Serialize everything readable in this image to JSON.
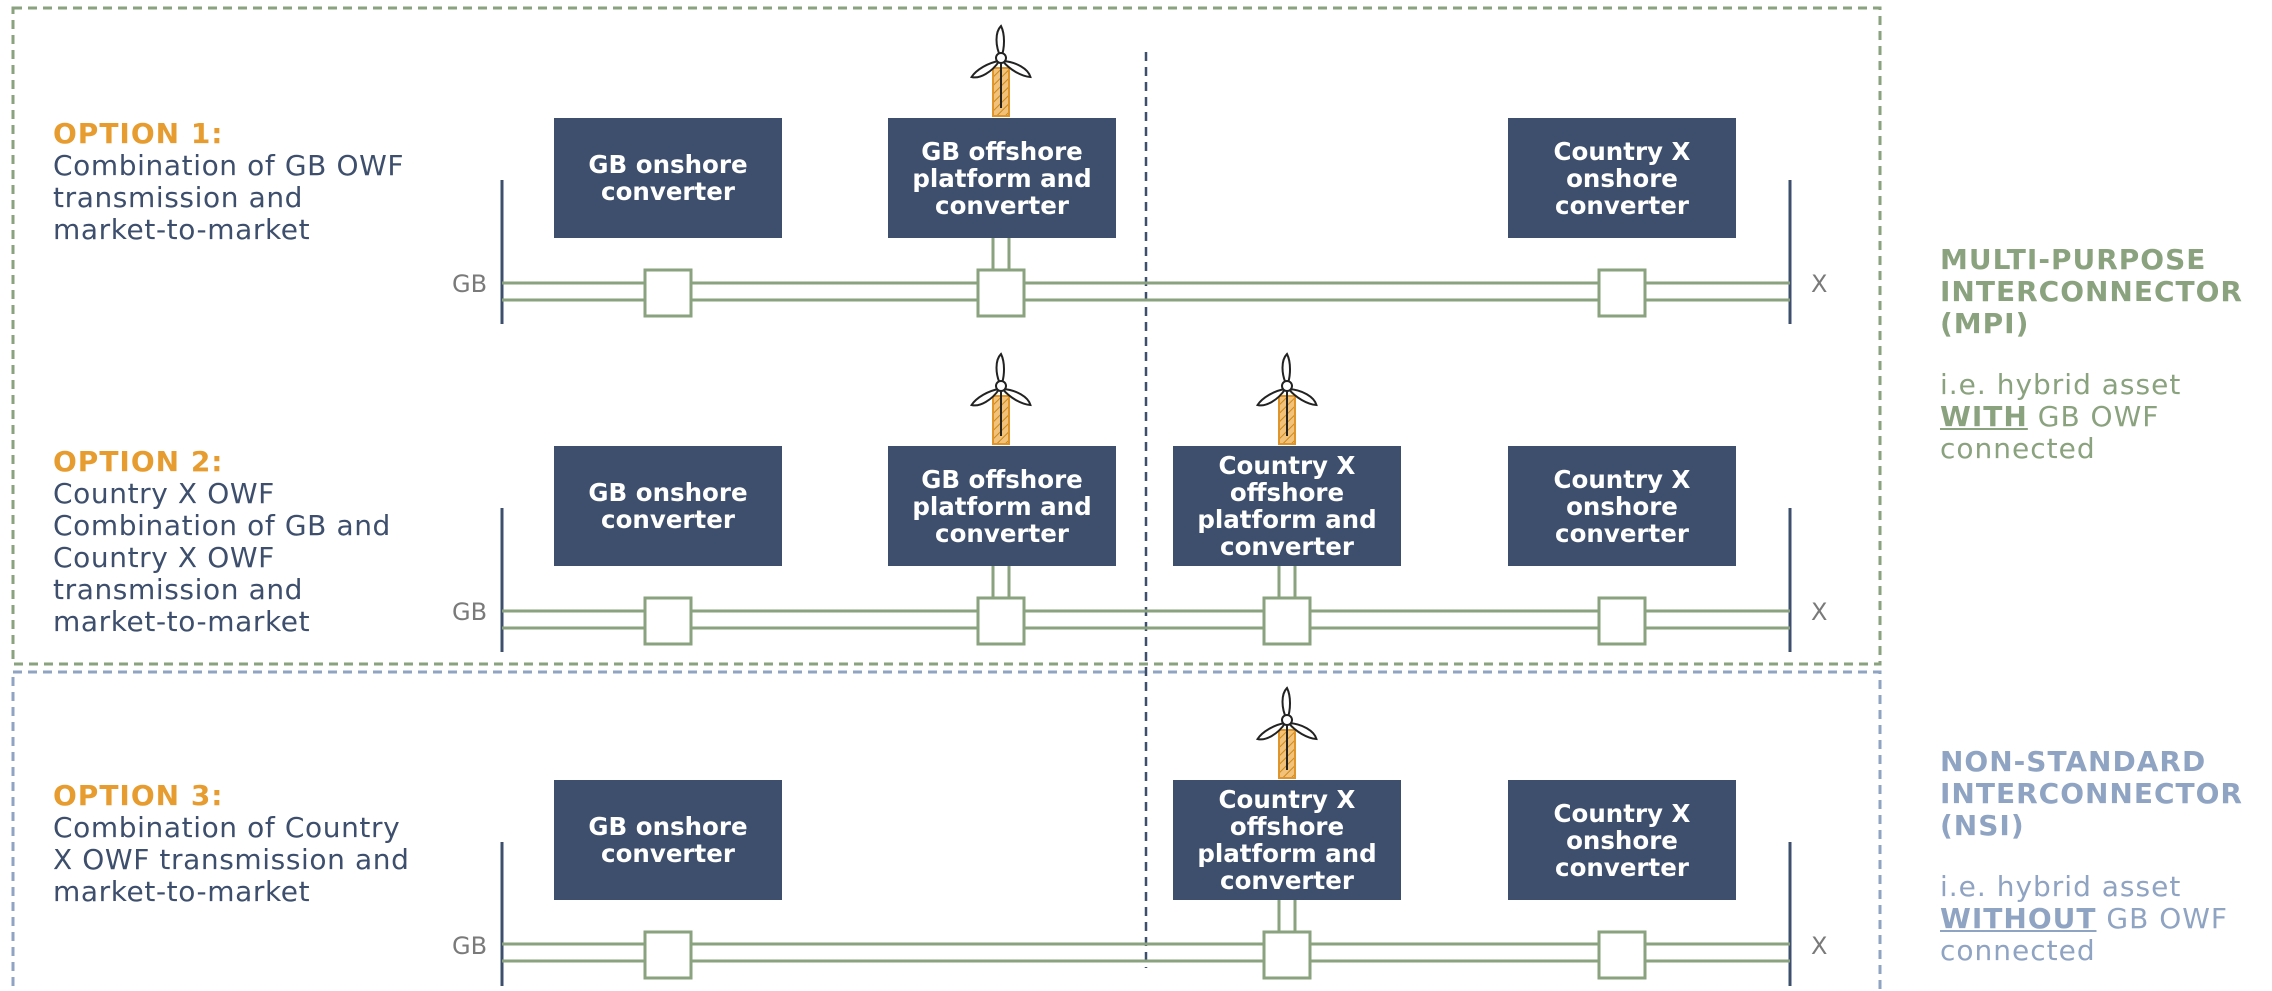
{
  "options": [
    {
      "title": "OPTION 1:",
      "lines": [
        "Combination of GB OWF",
        "transmission and",
        "market-to-market"
      ]
    },
    {
      "title": "OPTION 2:",
      "lines": [
        "Country X OWF",
        "Combination of GB and",
        "Country X OWF",
        "transmission and",
        "market-to-market"
      ]
    },
    {
      "title": "OPTION 3:",
      "lines": [
        "Combination of Country",
        "X OWF transmission and",
        "market-to-market"
      ]
    }
  ],
  "boxes": {
    "gb_onshore": [
      "GB onshore",
      "converter"
    ],
    "gb_offshore": [
      "GB offshore",
      "platform and",
      "converter"
    ],
    "x_offshore": [
      "Country X",
      "offshore",
      "platform and",
      "converter"
    ],
    "x_onshore": [
      "Country X",
      "onshore",
      "converter"
    ]
  },
  "ends": {
    "left": "GB",
    "right": "X"
  },
  "mpi": {
    "title_lines": [
      "MULTI-PURPOSE",
      "INTERCONNECTOR",
      "(MPI)"
    ],
    "desc_prefix": "i.e. hybrid asset",
    "desc_emphasis": "WITH",
    "desc_suffix": "GB OWF",
    "desc_last": "connected"
  },
  "nsi": {
    "title_lines": [
      "NON-STANDARD",
      "INTERCONNECTOR",
      "(NSI)"
    ],
    "desc_prefix": "i.e. hybrid asset",
    "desc_emphasis": "WITHOUT",
    "desc_suffix": "GB OWF",
    "desc_last": "connected"
  },
  "colors": {
    "navy": "#3d4f6d",
    "orange": "#e79c2f",
    "line_green": "#8aa27e",
    "mpi_green": "#8aa27e",
    "nsi_blue": "#8fa3c2",
    "dashed_divider": "#3d4f6d"
  },
  "icons": [
    "wind-turbine-icon"
  ]
}
